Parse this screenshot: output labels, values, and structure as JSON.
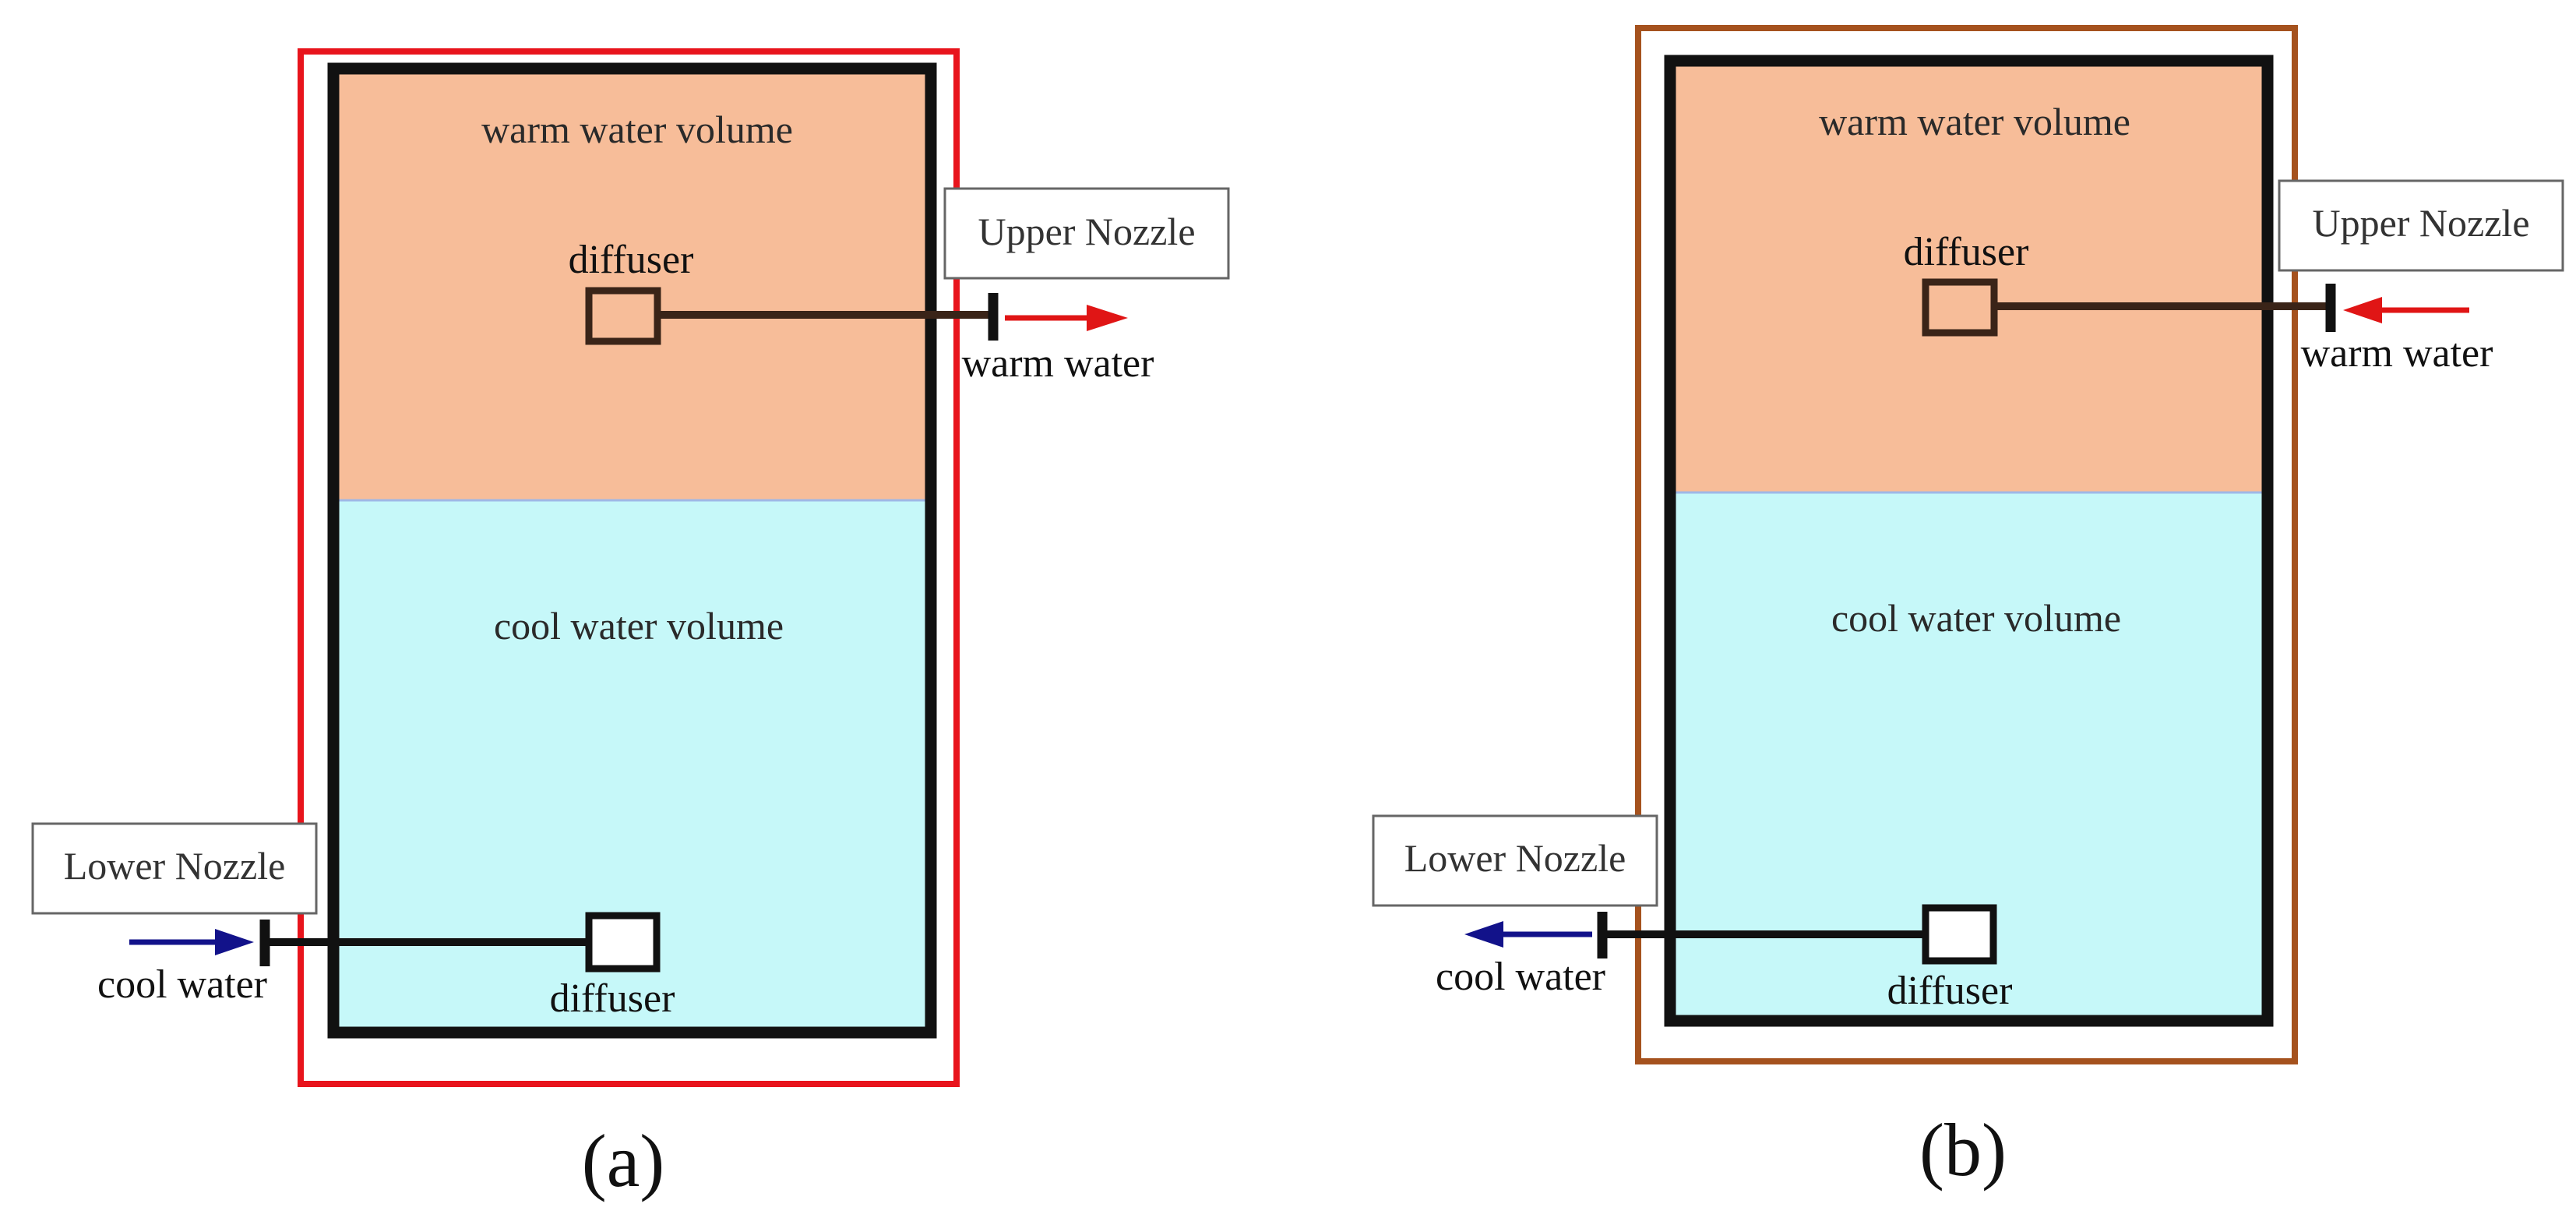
{
  "diagrams": [
    {
      "caption": "(a)",
      "frame_color": "#e8141c",
      "warm_volume_label": "warm water volume",
      "cool_volume_label": "cool water volume",
      "upper_diffuser_label": "diffuser",
      "lower_diffuser_label": "diffuser",
      "upper_nozzle_label": "Upper Nozzle",
      "lower_nozzle_label": "Lower Nozzle",
      "warm_water_label": "warm water",
      "cool_water_label": "cool water",
      "warm_flow": "outflow",
      "cool_flow": "inflow"
    },
    {
      "caption": "(b)",
      "frame_color": "#a5521e",
      "warm_volume_label": "warm water volume",
      "cool_volume_label": "cool water volume",
      "upper_diffuser_label": "diffuser",
      "lower_diffuser_label": "diffuser",
      "upper_nozzle_label": "Upper Nozzle",
      "lower_nozzle_label": "Lower Nozzle",
      "warm_water_label": "warm water",
      "cool_water_label": "cool water",
      "warm_flow": "inflow",
      "cool_flow": "outflow"
    }
  ],
  "colors": {
    "warm_fill": "#f7bd99",
    "cool_fill": "#c6f8f9",
    "warm_arrow": "#e01515",
    "cool_arrow": "#12128a",
    "tank_wall": "#111111"
  }
}
